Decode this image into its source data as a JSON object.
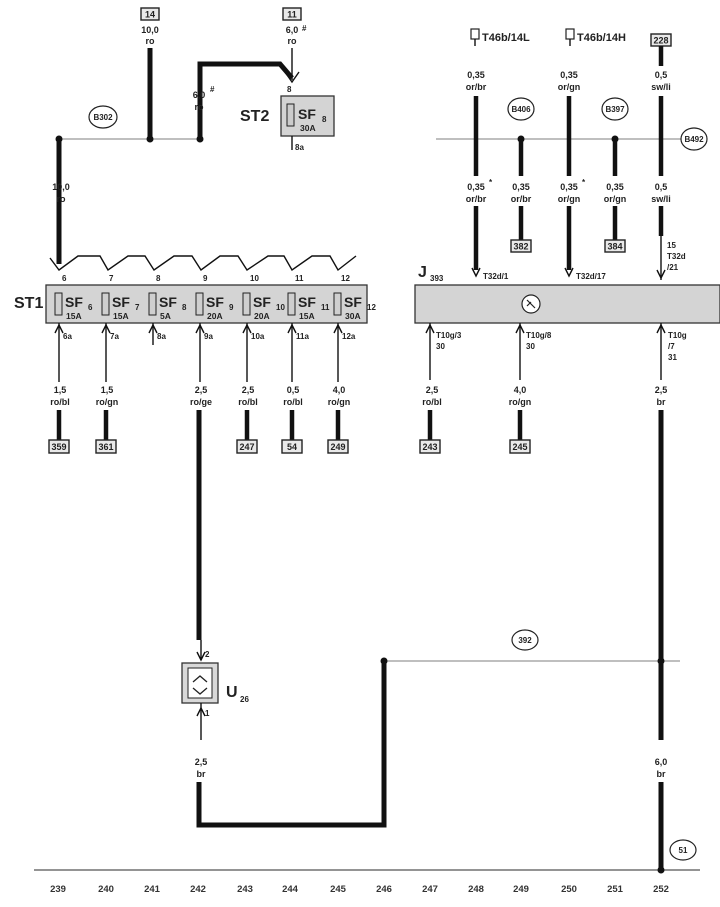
{
  "fuse_block_st1": {
    "label": "ST1"
  },
  "fuse_block_st2": {
    "label": "ST2"
  },
  "control_unit": {
    "label": "J",
    "sub": "393"
  },
  "relay": {
    "label": "U",
    "sub": "26"
  },
  "fuses": [
    {
      "pin": "6",
      "pin_out": "6a",
      "name": "SF",
      "sub": "6",
      "rating": "15A",
      "wire_size": "1,5",
      "wire_color": "ro/bl",
      "ref": "359"
    },
    {
      "pin": "7",
      "pin_out": "7a",
      "name": "SF",
      "sub": "7",
      "rating": "15A",
      "wire_size": "1,5",
      "wire_color": "ro/gn",
      "ref": "361"
    },
    {
      "pin": "8",
      "pin_out": "8a",
      "name": "SF",
      "sub": "8",
      "rating": "5A",
      "wire_size": "",
      "wire_color": "",
      "ref": ""
    },
    {
      "pin": "9",
      "pin_out": "9a",
      "name": "SF",
      "sub": "9",
      "rating": "20A",
      "wire_size": "2,5",
      "wire_color": "ro/ge",
      "ref": ""
    },
    {
      "pin": "10",
      "pin_out": "10a",
      "name": "SF",
      "sub": "10",
      "rating": "20A",
      "wire_size": "2,5",
      "wire_color": "ro/bl",
      "ref": "247"
    },
    {
      "pin": "11",
      "pin_out": "11a",
      "name": "SF",
      "sub": "11",
      "rating": "15A",
      "wire_size": "0,5",
      "wire_color": "ro/bl",
      "ref": "54"
    },
    {
      "pin": "12",
      "pin_out": "12a",
      "name": "SF",
      "sub": "12",
      "rating": "30A",
      "wire_size": "4,0",
      "wire_color": "ro/gn",
      "ref": "249"
    }
  ],
  "st2_fuse": {
    "pin": "8",
    "pin_out": "8a",
    "name": "SF",
    "sub": "8",
    "rating": "30A"
  },
  "top_refs": {
    "ref_14": "14",
    "ref_11": "11",
    "ref_228": "228",
    "wire_14_size": "10,0",
    "wire_14_color": "ro",
    "wire_11_size": "6,0",
    "wire_11_color": "ro",
    "wire_11_mark": "#",
    "wire_mid_size": "6,0",
    "wire_mid_color": "ro",
    "wire_mid_mark": "#",
    "st1_feed_size": "10,0",
    "st1_feed_color": "ro"
  },
  "connectors": {
    "t46_l": "T46b/14L",
    "t46_h": "T46b/14H",
    "t32_1": "T32d/1",
    "t32_17": "T32d/17",
    "t32_15": "15",
    "t32_t": "T32d",
    "t32_21": "/21",
    "t10_3": "T10g/3",
    "t10_3_pin": "30",
    "t10_8": "T10g/8",
    "t10_8_pin": "30",
    "t10_7": "T10g",
    "t10_7_a": "/7",
    "t10_7_b": "31"
  },
  "ju_wires": {
    "w248_top_size": "0,35",
    "w248_top_color": "or/br",
    "w248_bot_size": "0,35",
    "w248_bot_color": "or/br",
    "w248_mark": "*",
    "w249_size": "0,35",
    "w249_color": "or/br",
    "w249_ref": "382",
    "w250_top_size": "0,35",
    "w250_top_color": "or/gn",
    "w250_bot_size": "0,35",
    "w250_bot_color": "or/gn",
    "w250_mark": "*",
    "w251_size": "0,35",
    "w251_color": "or/gn",
    "w251_ref": "384",
    "w252_top_size": "0,5",
    "w252_top_color": "sw/li",
    "w252_bot_size": "0,5",
    "w252_bot_color": "sw/li",
    "out_247_size": "2,5",
    "out_247_color": "ro/bl",
    "out_247_ref": "243",
    "out_249_size": "4,0",
    "out_249_color": "ro/gn",
    "out_249_ref": "245",
    "out_252_size": "2,5",
    "out_252_color": "br",
    "ground_size": "6,0",
    "ground_color": "br"
  },
  "relay_wire": {
    "size": "2,5",
    "color": "br",
    "pin_top": "2",
    "pin_bot": "1"
  },
  "splices": {
    "b302": "B302",
    "b406": "B406",
    "b397": "B397",
    "b492": "B492",
    "s392": "392",
    "s51": "51"
  },
  "footer_numbers": [
    "239",
    "240",
    "241",
    "242",
    "243",
    "244",
    "245",
    "246",
    "247",
    "248",
    "249",
    "250",
    "251",
    "252"
  ]
}
